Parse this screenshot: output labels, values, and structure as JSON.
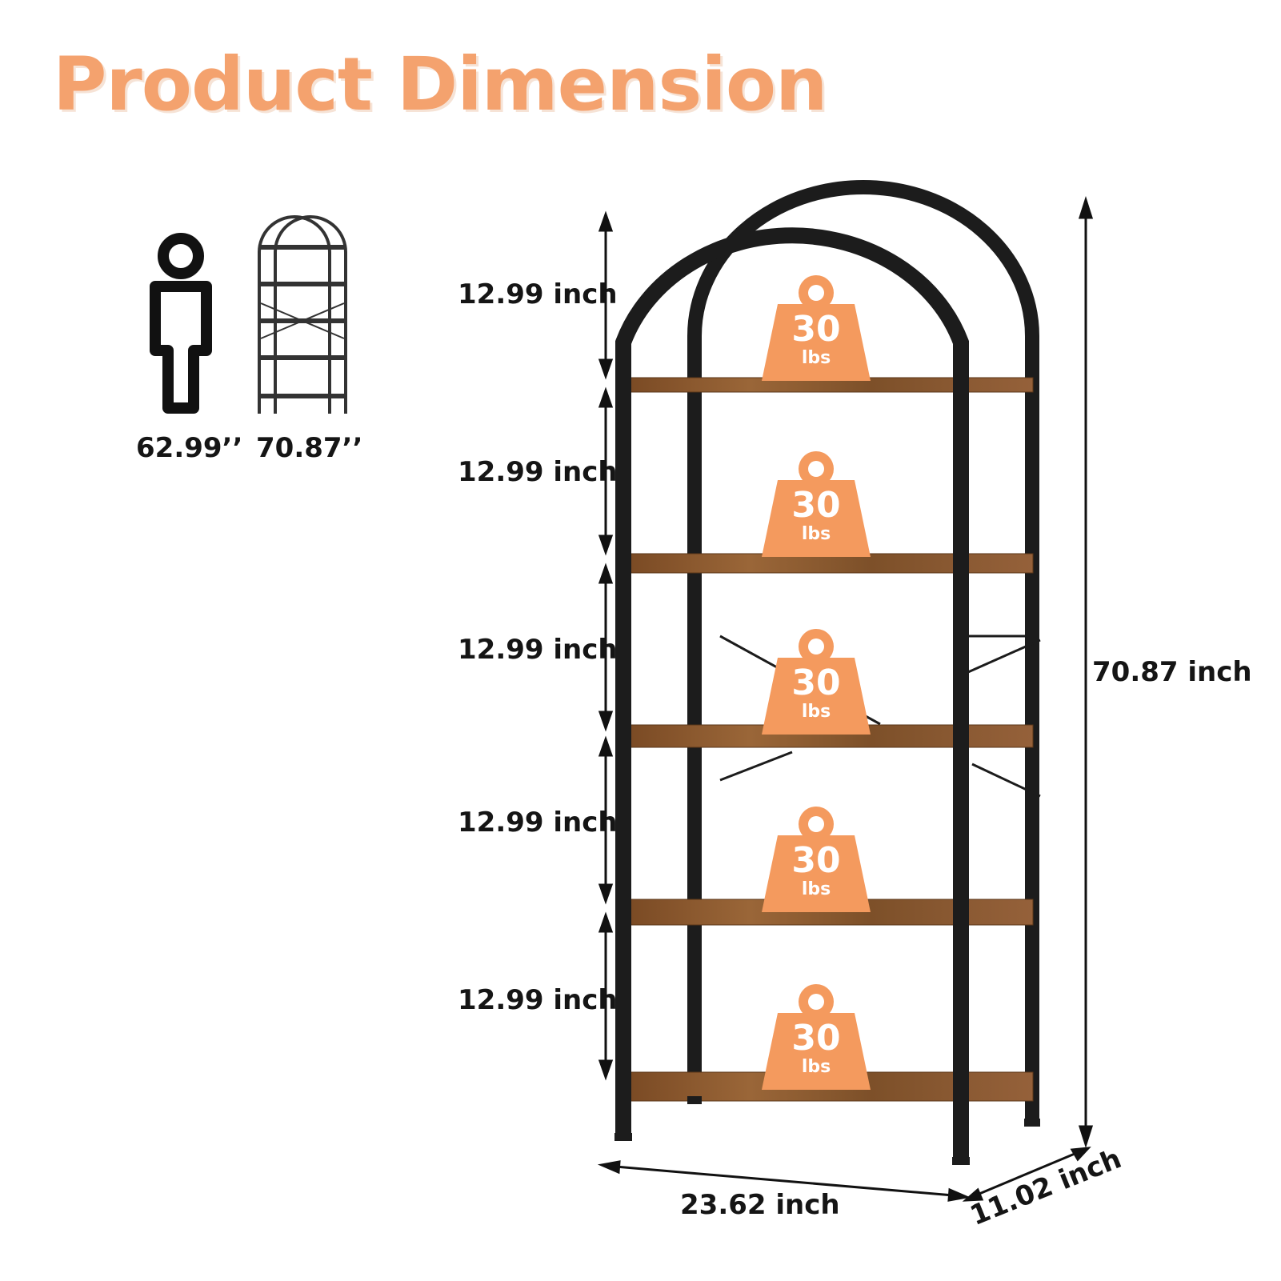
{
  "title": "Product Dimension",
  "comparison": {
    "person_height": "62.99’’",
    "shelf_height": "70.87’’",
    "icons": [
      "person-icon",
      "bookshelf-icon"
    ]
  },
  "shelf_gaps": [
    "12.99 inch",
    "12.99 inch",
    "12.99 inch",
    "12.99 inch",
    "12.99 inch"
  ],
  "total_height": "70.87 inch",
  "width": "23.62 inch",
  "depth": "11.02 inch",
  "load": {
    "value": "30",
    "unit": "lbs"
  },
  "colors": {
    "accent": "#F4A26E",
    "weight_fill": "#F49A5E",
    "frame": "#1c1c1c",
    "wood": "#8a5a30",
    "text": "#151515"
  }
}
